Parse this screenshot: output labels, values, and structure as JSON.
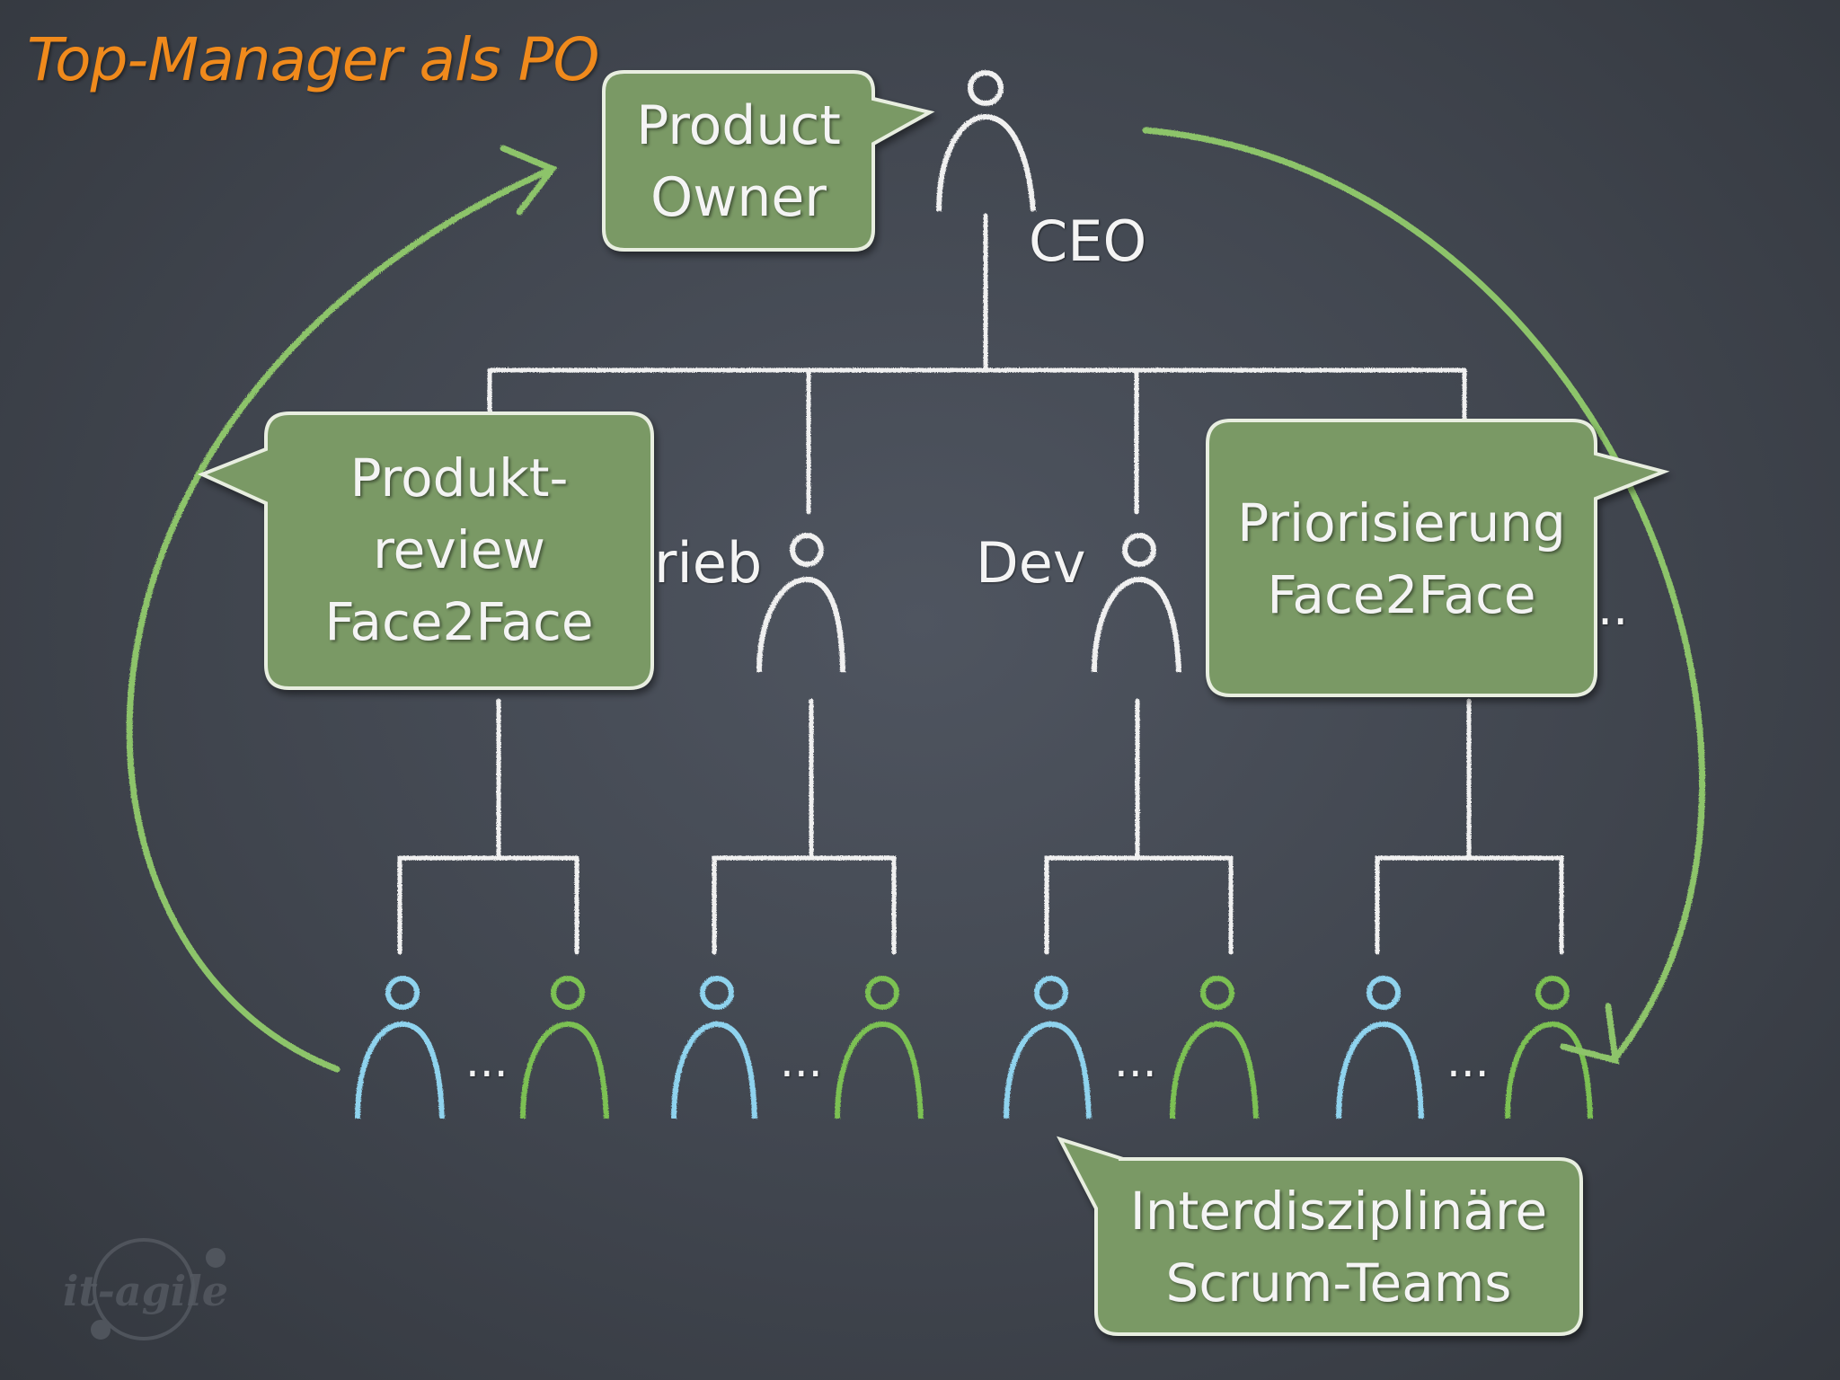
{
  "slide": {
    "title": "Top-Manager als PO"
  },
  "org_chart": {
    "ceo_label": "CEO",
    "managers": [
      {
        "label": "rieb"
      },
      {
        "label": "Dev"
      }
    ],
    "ellipsis_right": "..",
    "team_ellipsis": "..."
  },
  "bubbles": {
    "product_owner": {
      "line1": "Product",
      "line2": "Owner"
    },
    "review": {
      "line1": "Produkt-",
      "line2": "review",
      "line3": "Face2Face"
    },
    "prioritization": {
      "line1": "Priorisierung",
      "line2": "Face2Face"
    },
    "teams": {
      "line1": "Interdisziplinäre",
      "line2": "Scrum-Teams"
    }
  },
  "logo_text": "it-agile",
  "colors": {
    "bubble_fill": "#7a9965",
    "bubble_border": "#e8eee0",
    "arrow": "#8dc46a",
    "chalk_white": "#f0f0f0",
    "figure_blue": "#8fd3ee",
    "figure_green": "#7cc152",
    "title_orange": "#f08a1c"
  }
}
